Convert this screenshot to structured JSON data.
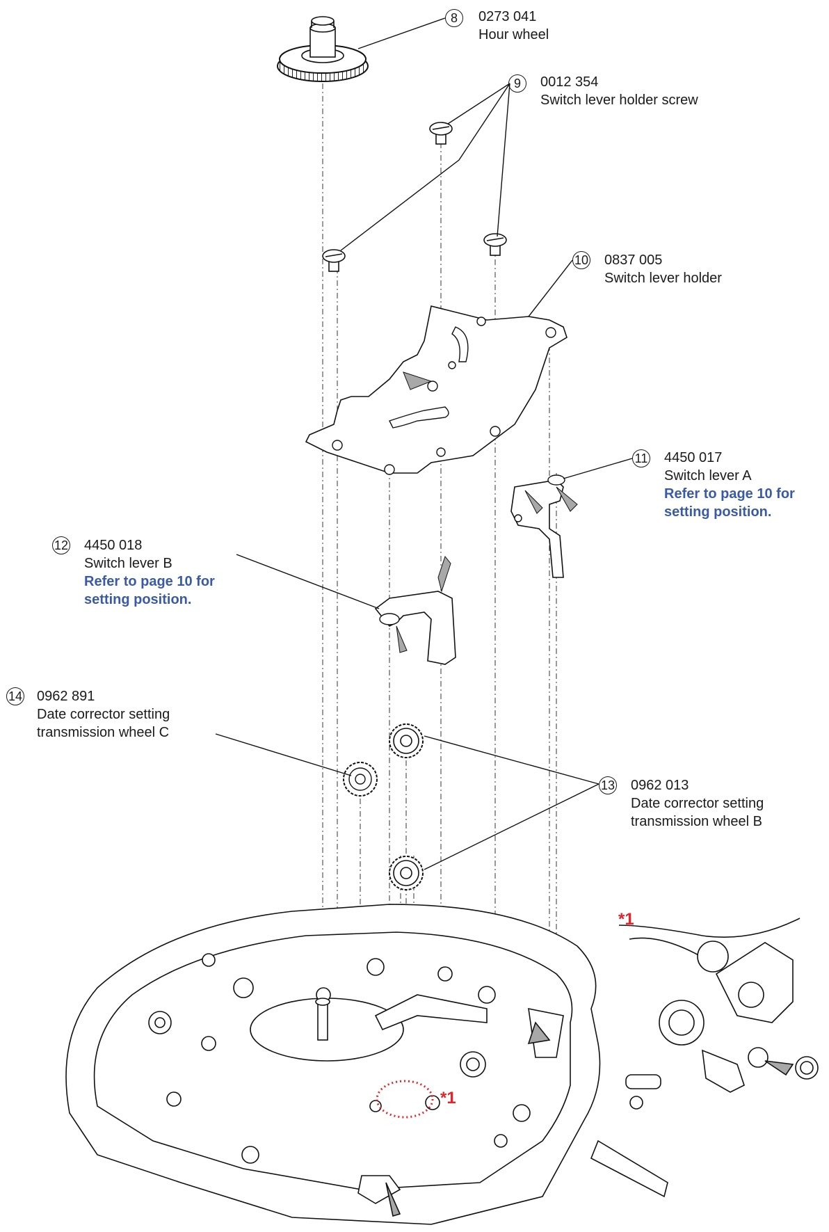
{
  "parts": [
    {
      "number": "8",
      "code": "0273 041",
      "name": [
        "Hour wheel"
      ]
    },
    {
      "number": "9",
      "code": "0012 354",
      "name": [
        "Switch lever holder screw"
      ]
    },
    {
      "number": "10",
      "code": "0837 005",
      "name": [
        "Switch lever holder"
      ]
    },
    {
      "number": "11",
      "code": "4450 017",
      "name": [
        "Switch lever A"
      ],
      "note": [
        "Refer to page 10 for",
        "setting position."
      ]
    },
    {
      "number": "12",
      "code": "4450 018",
      "name": [
        "Switch lever B"
      ],
      "note": [
        "Refer to page 10 for",
        "setting position."
      ]
    },
    {
      "number": "14",
      "code": "0962 891",
      "name": [
        "Date corrector setting",
        "transmission wheel C"
      ]
    },
    {
      "number": "13",
      "code": "0962 013",
      "name": [
        "Date corrector setting",
        "transmission wheel B"
      ]
    }
  ],
  "detail_marker": "*1",
  "colors": {
    "line": "#1a1a1a",
    "note": "#3a5aa8",
    "marker": "#e0252b",
    "oil": "#a8a8a8"
  }
}
